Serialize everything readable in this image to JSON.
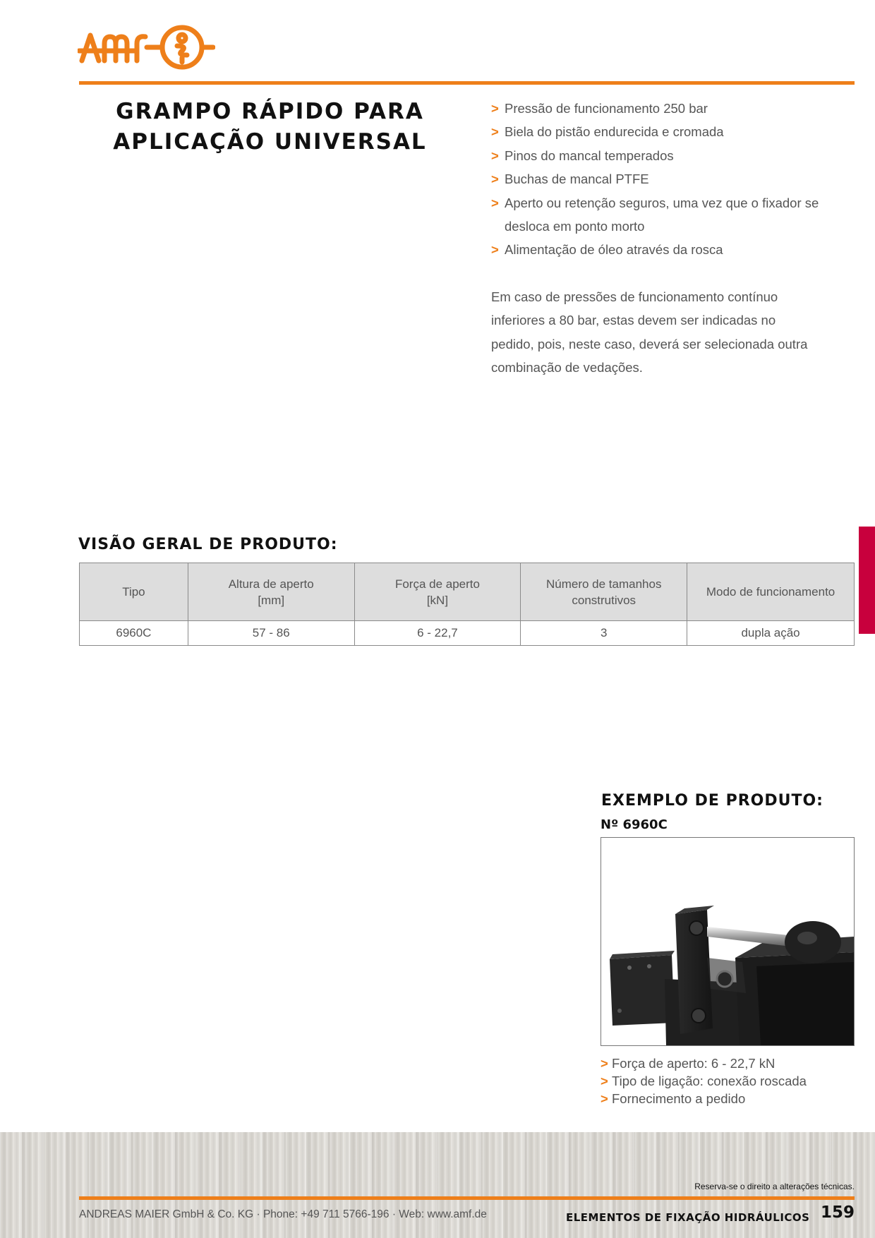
{
  "brand": {
    "logo_text": "AMF",
    "accent_color": "#ee7f1a",
    "tab_color": "#c8003d"
  },
  "product": {
    "title_line1": "GRAMPO RÁPIDO PARA",
    "title_line2": "APLICAÇÃO UNIVERSAL"
  },
  "features": [
    "Pressão de funcionamento 250 bar",
    "Biela do pistão endurecida e cromada",
    "Pinos do mancal temperados",
    "Buchas de mancal PTFE",
    "Aperto ou retenção seguros, uma vez que o fixador se desloca em ponto morto",
    "Alimentação de óleo através da rosca"
  ],
  "bullet_symbol": ">",
  "note": {
    "line1": "Em caso de pressões de funcionamento contínuo",
    "line2": "inferiores a 80 bar, estas devem ser indicadas no",
    "line3": "pedido, pois, neste caso, deverá ser selecionada outra",
    "line4": "combinação de vedações."
  },
  "overview": {
    "heading": "VISÃO GERAL DE PRODUTO:",
    "columns": [
      {
        "line1": "Tipo",
        "line2": ""
      },
      {
        "line1": "Altura de aperto",
        "line2": "[mm]"
      },
      {
        "line1": "Força de aperto",
        "line2": "[kN]"
      },
      {
        "line1": "Número de tamanhos",
        "line2": "construtivos"
      },
      {
        "line1": "Modo de funcionamento",
        "line2": ""
      }
    ],
    "rows": [
      [
        "6960C",
        "57 - 86",
        "6 - 22,7",
        "3",
        "dupla ação"
      ]
    ]
  },
  "example": {
    "heading": "EXEMPLO DE PRODUTO:",
    "number": "Nº 6960C",
    "specs": [
      "Força de aperto: 6 - 22,7 kN",
      "Tipo de ligação: conexão roscada",
      "Fornecimento a pedido"
    ]
  },
  "footer": {
    "notice": "Reserva-se o direito a alterações técnicas.",
    "company": "ANDREAS MAIER GmbH & Co. KG · Phone: +49 711 5766-196 · Web: www.amf.de",
    "section": "ELEMENTOS DE FIXAÇÃO HIDRÁULICOS",
    "page": "159"
  }
}
